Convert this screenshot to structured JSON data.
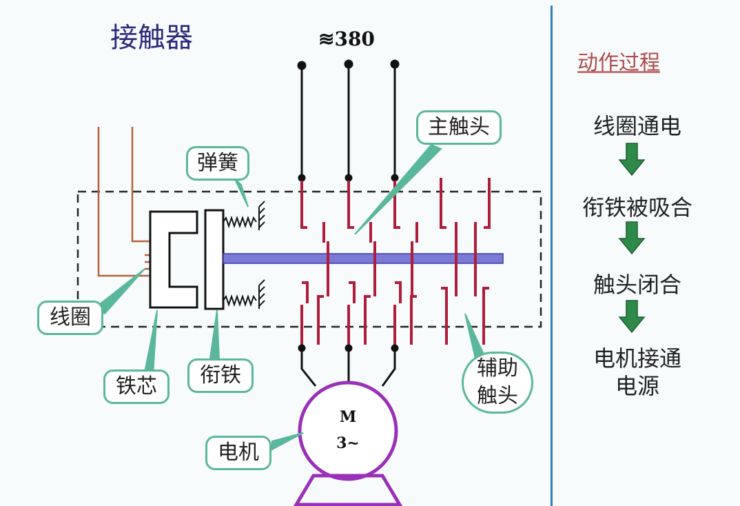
{
  "title": "接触器",
  "voltage_label": "≋380",
  "labels": {
    "spring": "弹簧",
    "main_contact": "主触头",
    "coil": "线圈",
    "iron_core": "铁芯",
    "armature": "衔铁",
    "aux_contact": "辅助\n触头",
    "motor": "电机"
  },
  "motor": {
    "line1": "M",
    "line2": "3~"
  },
  "process": {
    "title": "动作过程",
    "steps": [
      "线圈通电",
      "衔铁被吸合",
      "触头闭合",
      "电机接通\n电源"
    ]
  },
  "colors": {
    "callout_border": "#5ab79b",
    "contact": "#b01c3a",
    "bar": "#7b7ad6",
    "motor": "#9a2fb8",
    "coil_wire": "#b5613a",
    "divider": "#2f7fc0",
    "arrow": "#2f8a4a"
  }
}
